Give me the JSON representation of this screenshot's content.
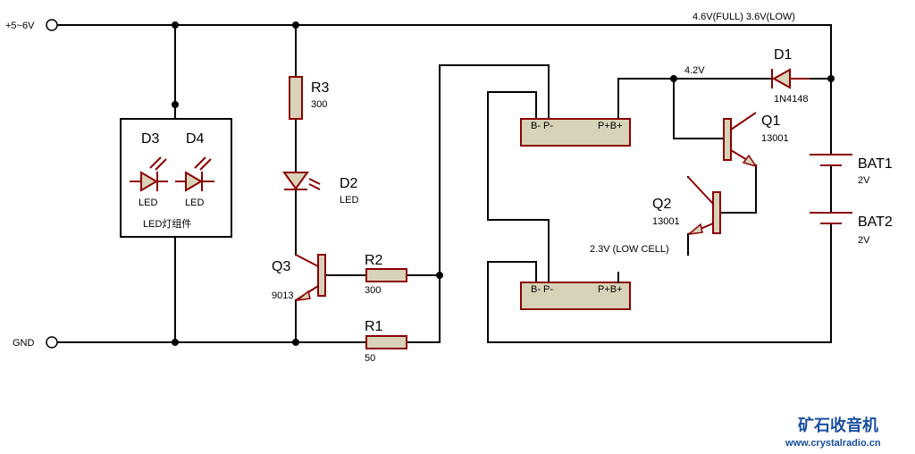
{
  "terminals": {
    "vplus": "+5~6V",
    "gnd": "GND"
  },
  "voltages": {
    "top": "4.6V(FULL)   3.6V(LOW)",
    "mid": "4.2V",
    "low": "2.3V (LOW CELL)"
  },
  "led_module": {
    "d3": "D3",
    "d4": "D4",
    "d3_type": "LED",
    "d4_type": "LED",
    "title": "LED灯组件"
  },
  "r3": {
    "name": "R3",
    "value": "300"
  },
  "d2": {
    "name": "D2",
    "type": "LED"
  },
  "q3": {
    "name": "Q3",
    "type": "9013"
  },
  "r2": {
    "name": "R2",
    "value": "300"
  },
  "r1": {
    "name": "R1",
    "value": "50"
  },
  "ic_top": {
    "left_pins": "B- P-",
    "right_pins": "P+B+"
  },
  "ic_bottom": {
    "left_pins": "B- P-",
    "right_pins": "P+B+"
  },
  "d1": {
    "name": "D1",
    "type": "1N4148"
  },
  "q1": {
    "name": "Q1",
    "type": "13001"
  },
  "q2": {
    "name": "Q2",
    "type": "13001"
  },
  "bat1": {
    "name": "BAT1",
    "value": "2V"
  },
  "bat2": {
    "name": "BAT2",
    "value": "2V"
  },
  "watermark": {
    "cn": "矿石收音机",
    "url": "www.crystalradio.cn"
  },
  "colors": {
    "wire": "#000000",
    "component_outline": "#8b0000",
    "component_fill": "#d8d2b8",
    "watermark": "#1a4fa0"
  }
}
